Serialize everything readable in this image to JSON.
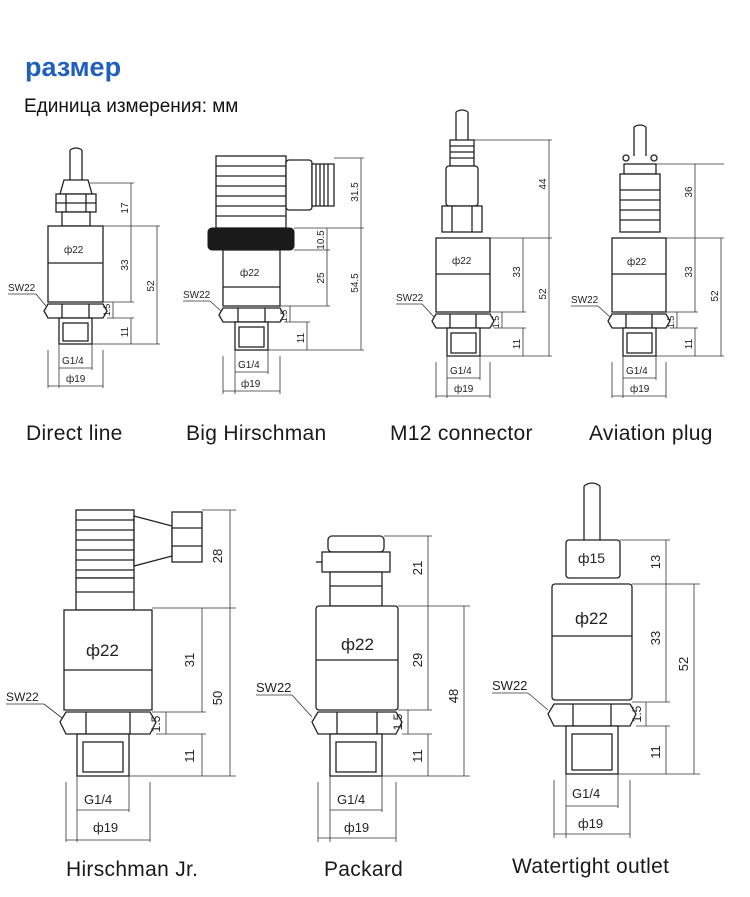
{
  "header": {
    "title": "размер",
    "subtitle": "Единица измерения: мм"
  },
  "sensors": [
    {
      "caption": "Direct line",
      "dims": {
        "d": "ф22",
        "sw": "SW22",
        "g": "G1/4",
        "base": "ф19",
        "v1": "17",
        "v2": "33",
        "v3": "52",
        "v4": "1.5",
        "v5": "11"
      }
    },
    {
      "caption": "Big Hirschman",
      "dims": {
        "d": "ф22",
        "sw": "SW22",
        "g": "G1/4",
        "base": "ф19",
        "v1": "31.5",
        "v2": "10.5",
        "v3": "25",
        "v4": "54.5",
        "v5": "1.5",
        "v6": "11"
      }
    },
    {
      "caption": "M12 connector",
      "dims": {
        "d": "ф22",
        "sw": "SW22",
        "g": "G1/4",
        "base": "ф19",
        "v1": "44",
        "v2": "33",
        "v3": "52",
        "v4": "1.5",
        "v5": "11"
      }
    },
    {
      "caption": "Aviation plug",
      "dims": {
        "d": "ф22",
        "sw": "SW22",
        "g": "G1/4",
        "base": "ф19",
        "v1": "36",
        "v2": "33",
        "v3": "52",
        "v4": "1.5",
        "v5": "11"
      }
    },
    {
      "caption": "Hirschman Jr.",
      "dims": {
        "d": "ф22",
        "sw": "SW22",
        "g": "G1/4",
        "base": "ф19",
        "v1": "28",
        "v2": "31",
        "v3": "50",
        "v4": "1.5",
        "v5": "11"
      }
    },
    {
      "caption": "Packard",
      "dims": {
        "d": "ф22",
        "sw": "SW22",
        "g": "G1/4",
        "base": "ф19",
        "v1": "21",
        "v2": "29",
        "v3": "48",
        "v4": "1.5",
        "v5": "11"
      }
    },
    {
      "caption": "Watertight outlet",
      "dims": {
        "d": "ф22",
        "d2": "ф15",
        "sw": "SW22",
        "g": "G1/4",
        "base": "ф19",
        "v1": "13",
        "v2": "33",
        "v3": "52",
        "v4": "1.5",
        "v5": "11"
      }
    }
  ]
}
